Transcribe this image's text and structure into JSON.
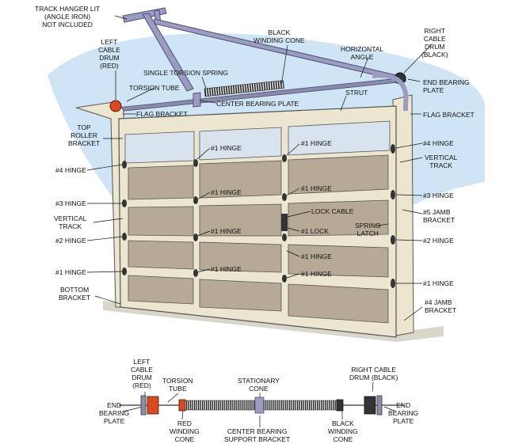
{
  "colors": {
    "sky": "#cfe4f4",
    "steel": "#9b9cc0",
    "steel_dark": "#4f5079",
    "frame": "#ece5cf",
    "panel": "#b6a995",
    "glass": "#d9e3ee",
    "spring": "#222222",
    "red_drum": "#d94a1f"
  },
  "labels": {
    "track_hanger": [
      "TRACK HANGER LIT",
      "(ANGLE IRON)",
      "NOT INCLUDED"
    ],
    "left_cable_drum": [
      "LEFT",
      "CABLE",
      "DRUM",
      "(RED)"
    ],
    "black_winding_cone": [
      "BLACK",
      "WINDING CONE"
    ],
    "right_cable_drum": [
      "RIGHT",
      "CABLE",
      "DRUM",
      "(BLACK)"
    ],
    "horizontal_angle": [
      "HORIZONTAL",
      "ANGLE"
    ],
    "single_torsion_spring": "SINGLE TORSION SPRING",
    "end_bearing_plate": [
      "END BEARING",
      "PLATE"
    ],
    "torsion_tube": "TORSION TUBE",
    "strut": "STRUT",
    "center_bearing_plate": "CENTER BEARING PLATE",
    "flag_bracket_left": "FLAG BRACKET",
    "flag_bracket_right": "FLAG BRACKET",
    "top_roller_bracket": [
      "TOP",
      "ROLLER",
      "BRACKET"
    ],
    "hinge4_left": "#4 HINGE",
    "hinge3_left": "#3 HINGE",
    "vertical_track_left": [
      "VERTICAL",
      "TRACK"
    ],
    "hinge2_left": "#2 HINGE",
    "hinge1_left": "#1 HINGE",
    "bottom_bracket": [
      "BOTTOM",
      "BRACKET"
    ],
    "hinge4_right": "#4 HINGE",
    "vertical_track_right": [
      "VERTICAL",
      "TRACK"
    ],
    "hinge3_right": "#3 HINGE",
    "jamb5": [
      "#5 JAMB",
      "BRACKET"
    ],
    "hinge2_right": "#2 HINGE",
    "hinge1_right": "#1 HINGE",
    "jamb4": [
      "#4 JAMB",
      "BRACKET"
    ],
    "hinge1_a": "#1 HINGE",
    "hinge1_b": "#1 HINGE",
    "hinge1_c": "#1 HINGE",
    "hinge1_d": "#1 HINGE",
    "hinge1_e": "#1 HINGE",
    "hinge1_f": "#1 HINGE",
    "hinge1_g": "#1 HINGE",
    "hinge1_h": "#1 HINGE",
    "lock_cable": "LOCK CABLE",
    "lock1": "#1 LOCK",
    "spring_latch": [
      "SPRING",
      "LATCH"
    ],
    "d_left_cable_drum": [
      "LEFT",
      "CABLE",
      "DRUM",
      "(RED)"
    ],
    "d_torsion_tube": [
      "TORSION",
      "TUBE"
    ],
    "d_stationary_cone": [
      "STATIONARY",
      "CONE"
    ],
    "d_right_cable_drum": [
      "RIGHT CABLE",
      "DRUM (BLACK)"
    ],
    "d_end_bearing_left": [
      "END",
      "BEARING",
      "PLATE"
    ],
    "d_end_bearing_right": [
      "END",
      "BEARING",
      "PLATE"
    ],
    "d_red_winding_cone": [
      "RED",
      "WINDING",
      "CONE"
    ],
    "d_center_bearing": [
      "CENTER BEARING",
      "SUPPORT BRACKET"
    ],
    "d_black_winding_cone": [
      "BLACK",
      "WINDING",
      "CONE"
    ]
  }
}
